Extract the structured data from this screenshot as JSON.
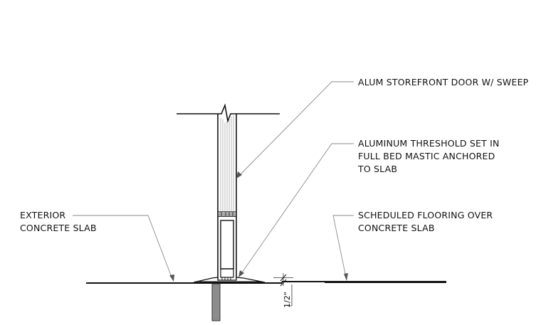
{
  "callouts": {
    "door": "ALUM STOREFRONT DOOR  W/ SWEEP",
    "threshold": [
      "ALUMINUM THRESHOLD SET IN",
      "FULL BED MASTIC ANCHORED",
      "TO SLAB"
    ],
    "exterior": [
      "EXTERIOR",
      "CONCRETE SLAB"
    ],
    "flooring": [
      "SCHEDULED FLOORING OVER",
      "CONCRETE SLAB"
    ]
  },
  "dimensions": {
    "step_height": "1/2\""
  },
  "colors": {
    "linework": "#111111",
    "leader": "#8a8a8a"
  }
}
